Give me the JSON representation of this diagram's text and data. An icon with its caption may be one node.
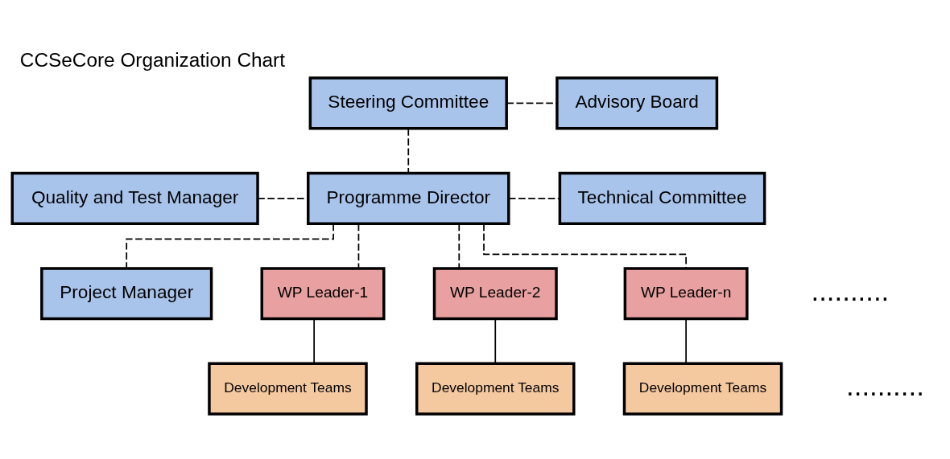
{
  "diagram": {
    "title": "CCSeCore Organization Chart",
    "nodes": [
      {
        "text": [
          "Steering Committee"
        ]
      },
      {
        "text": [
          "Advisory Board"
        ]
      },
      {
        "text": [
          "Quality and Test Manager"
        ]
      },
      {
        "text": [
          "Programme Director"
        ]
      },
      {
        "text": [
          "Technical Committee"
        ]
      },
      {
        "text": [
          "Project Manager"
        ]
      },
      {
        "text": [
          "WP Leader-1"
        ]
      },
      {
        "text": [
          "WP Leader-2"
        ]
      },
      {
        "text": [
          "WP Leader-n"
        ]
      },
      {
        "text": [
          "Development Teams"
        ]
      },
      {
        "text": [
          "Development Teams"
        ]
      },
      {
        "text": [
          "Development Teams"
        ]
      }
    ],
    "edges": [
      {
        "from": 0,
        "to": 1,
        "arrow": "none",
        "style": "dashed"
      },
      {
        "from": 0,
        "to": 3,
        "arrow": "none",
        "style": "dashed"
      },
      {
        "from": 2,
        "to": 3,
        "arrow": "none",
        "style": "dashed"
      },
      {
        "from": 3,
        "to": 4,
        "arrow": "none",
        "style": "dashed"
      },
      {
        "from": 3,
        "to": 5,
        "arrow": "none",
        "style": "dashed"
      },
      {
        "from": 3,
        "to": 6,
        "arrow": "none",
        "style": "dashed"
      },
      {
        "from": 3,
        "to": 7,
        "arrow": "none",
        "style": "dashed"
      },
      {
        "from": 3,
        "to": 8,
        "arrow": "none",
        "style": "dashed"
      },
      {
        "from": 6,
        "to": 9,
        "arrow": "none"
      },
      {
        "from": 7,
        "to": 10,
        "arrow": "none"
      },
      {
        "from": 8,
        "to": 11,
        "arrow": "none"
      }
    ],
    "labels": [
      "..........",
      ".........."
    ]
  }
}
